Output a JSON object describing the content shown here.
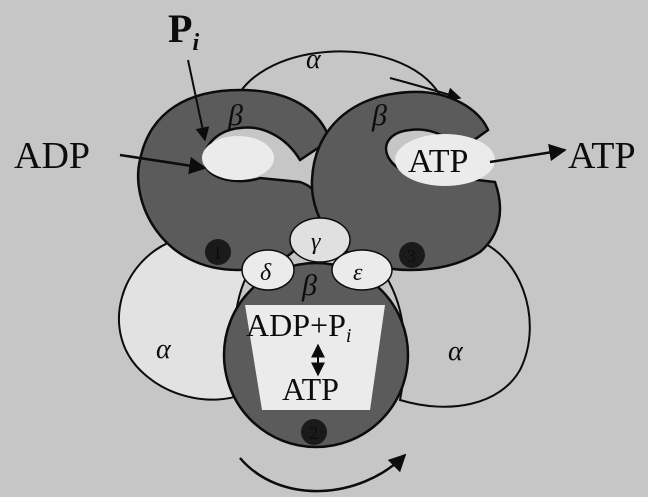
{
  "labels": {
    "pi_top": {
      "main": "P",
      "sub": "i"
    },
    "adp_in": "ADP",
    "atp_out_inner": "ATP",
    "atp_out": "ATP",
    "adp_pi": {
      "main": "ADP+P",
      "sub": "i"
    },
    "atp_bound": "ATP",
    "alpha_top": "α",
    "alpha_left": "α",
    "alpha_right": "α",
    "beta_left": "β",
    "beta_right": "β",
    "beta_bottom": "β",
    "gamma": "γ",
    "delta": "δ",
    "epsilon": "ε",
    "site_1": "1",
    "site_2": "2",
    "site_3": "3"
  },
  "colors": {
    "background": "#c6c6c6",
    "beta_fill": "#5b5b5b",
    "alpha_fill_light": "#e2e2e2",
    "outline": "#0c0c0c",
    "pocket_fill": "#ebebeb"
  }
}
